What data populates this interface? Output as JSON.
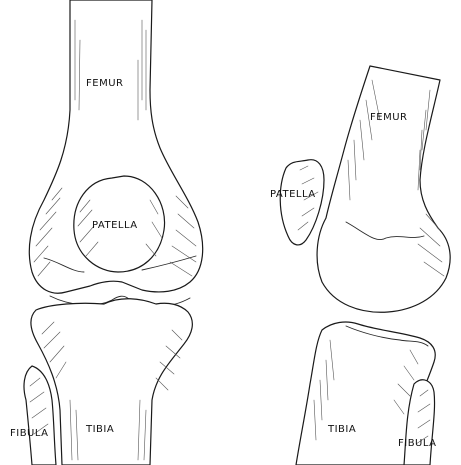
{
  "front_view": {
    "femur_label": "FEMUR",
    "patella_label": "PATELLA",
    "tibia_label": "TIBIA",
    "fibula_label": "FIBULA"
  },
  "side_view": {
    "femur_label": "FEMUR",
    "patella_label": "PATELLA",
    "tibia_label": "TIBIA",
    "fibula_label": "FIBULA"
  },
  "colors": {
    "line": "#1a1a1a",
    "shading": "#555555",
    "background": "#ffffff"
  }
}
